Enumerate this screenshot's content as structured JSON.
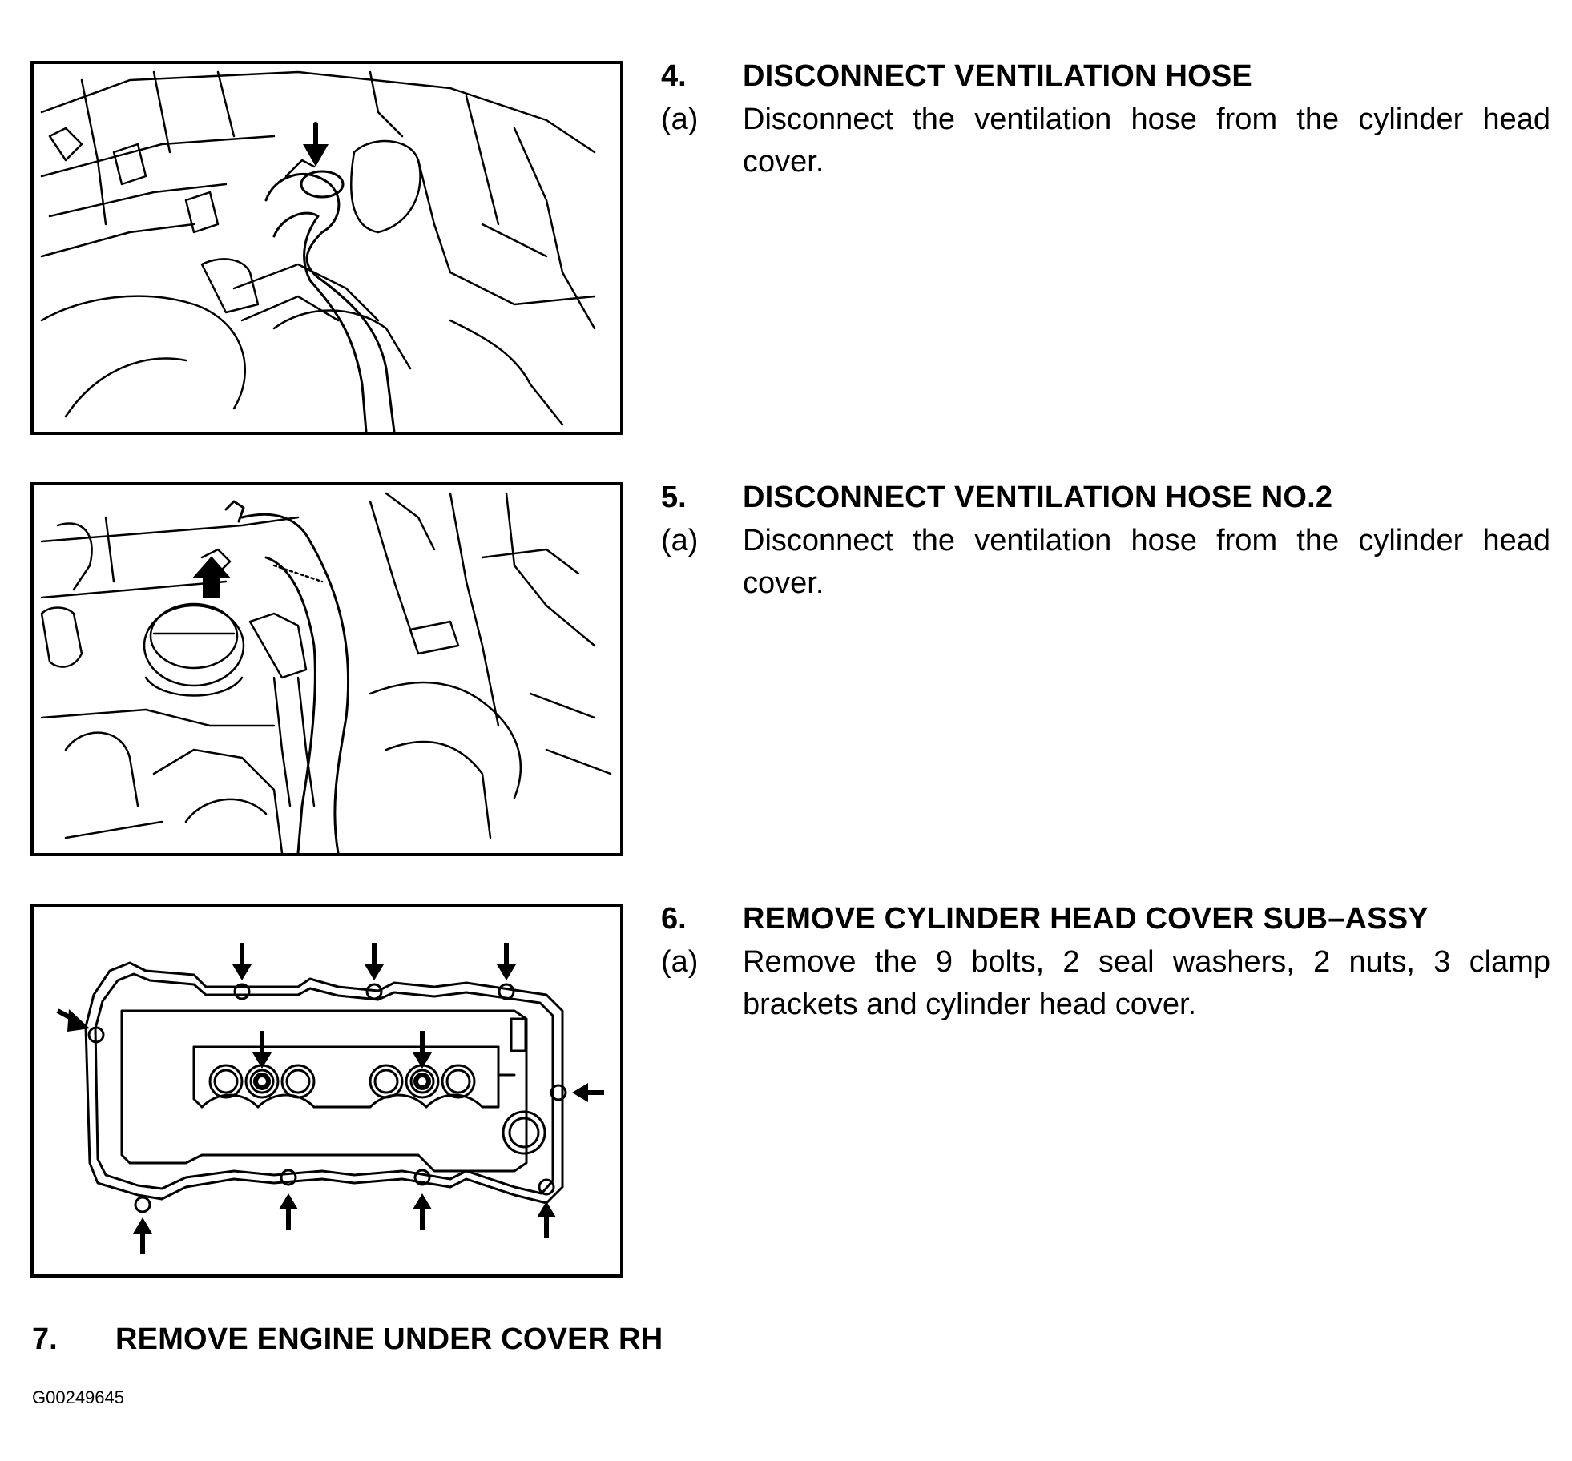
{
  "steps": [
    {
      "number": "4.",
      "title": "DISCONNECT VENTILATION HOSE",
      "sub_label": "(a)",
      "sub_text": "Disconnect the ventilation hose from the cylinder head cover."
    },
    {
      "number": "5.",
      "title": "DISCONNECT VENTILATION HOSE NO.2",
      "sub_label": "(a)",
      "sub_text": "Disconnect the ventilation hose from the cylinder head cover."
    },
    {
      "number": "6.",
      "title": "REMOVE CYLINDER HEAD COVER SUB–ASSY",
      "sub_label": "(a)",
      "sub_text": "Remove the 9 bolts, 2 seal washers, 2 nuts, 3 clamp brackets and cylinder head cover."
    },
    {
      "number": "7.",
      "title": "REMOVE ENGINE UNDER COVER RH"
    }
  ],
  "figures": [
    {
      "icon": "ventilation-hose-illustration"
    },
    {
      "icon": "ventilation-hose-no2-illustration"
    },
    {
      "icon": "cylinder-head-cover-bolts-illustration"
    }
  ],
  "document_code": "G00249645"
}
